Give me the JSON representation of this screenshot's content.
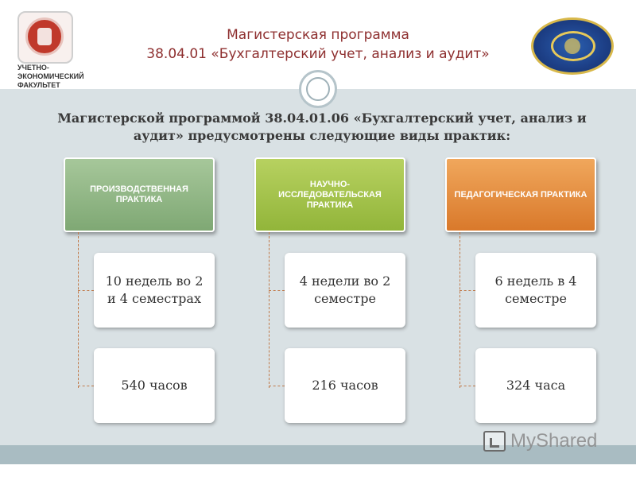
{
  "header": {
    "faculty_label": "УЧЕТНО-ЭКОНОМИЧЕСКИЙ ФАКУЛЬТЕТ",
    "title_line1": "Магистерская программа",
    "title_line2": "38.04.01 «Бухгалтерский учет, анализ и аудит»"
  },
  "subtitle": "Магистерской программой 38.04.01.06 «Бухгалтерский учет, анализ и аудит» предусмотрены следующие виды практик:",
  "practices": [
    {
      "title": "ПРОИЗВОДСТВЕННАЯ ПРАКТИКА",
      "duration": "10 недель во 2 и 4 семестрах",
      "hours": "540 часов",
      "color": "#8fb884"
    },
    {
      "title": "НАУЧНО-ИССЛЕДОВАТЕЛЬСКАЯ ПРАКТИКА",
      "duration": "4 недели во 2 семестре",
      "hours": "216 часов",
      "color": "#a3c24a"
    },
    {
      "title": "ПЕДАГОГИЧЕСКАЯ ПРАКТИКА",
      "duration": "6 недель в 4 семестре",
      "hours": "324 часа",
      "color": "#e68c3f"
    }
  ],
  "watermark": "MyShared",
  "colors": {
    "title": "#8e2f2f",
    "background": "#d9e1e4",
    "bottom_bar": "#a9bcc2"
  }
}
